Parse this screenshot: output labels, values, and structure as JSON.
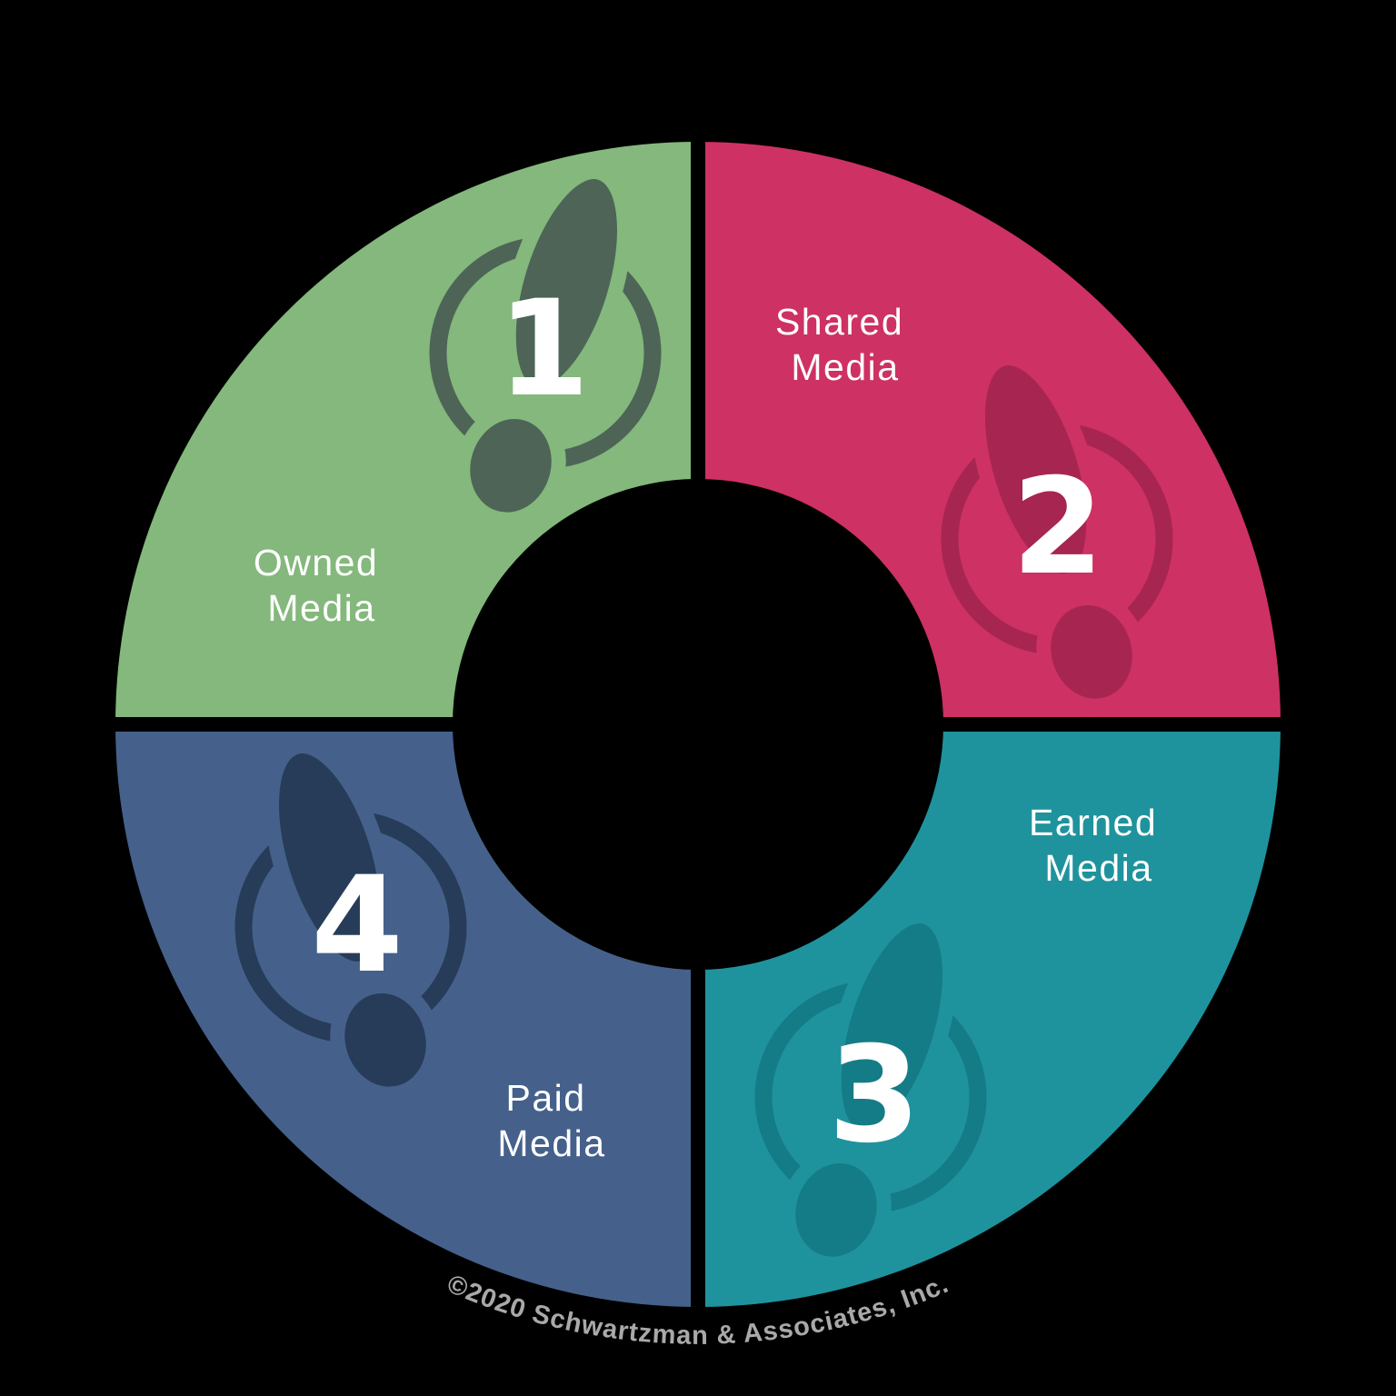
{
  "diagram": {
    "name": "media-wheel-diagram",
    "background_color": "#000000",
    "label_color": "#FFFFFF",
    "number_color": "#FFFFFF",
    "copyright_color": "#A9A9A9",
    "copyright": "©2020 Schwartzman & Associates, Inc.",
    "segments": [
      {
        "id": "owned-media",
        "number": "1",
        "label_lines": [
          "Owned",
          "Media"
        ],
        "color": "#84B87C",
        "icon_color": "#4D6457",
        "icon": "footstep-icon"
      },
      {
        "id": "shared-media",
        "number": "2",
        "label_lines": [
          "Shared",
          "Media"
        ],
        "color": "#CE3163",
        "icon_color": "#A72551",
        "icon": "footstep-icon"
      },
      {
        "id": "earned-media",
        "number": "3",
        "label_lines": [
          "Earned",
          "Media"
        ],
        "color": "#1F939D",
        "icon_color": "#147C86",
        "icon": "footstep-icon"
      },
      {
        "id": "paid-media",
        "number": "4",
        "label_lines": [
          "Paid",
          "Media"
        ],
        "color": "#45618B",
        "icon_color": "#263C59",
        "icon": "footstep-icon"
      }
    ]
  }
}
